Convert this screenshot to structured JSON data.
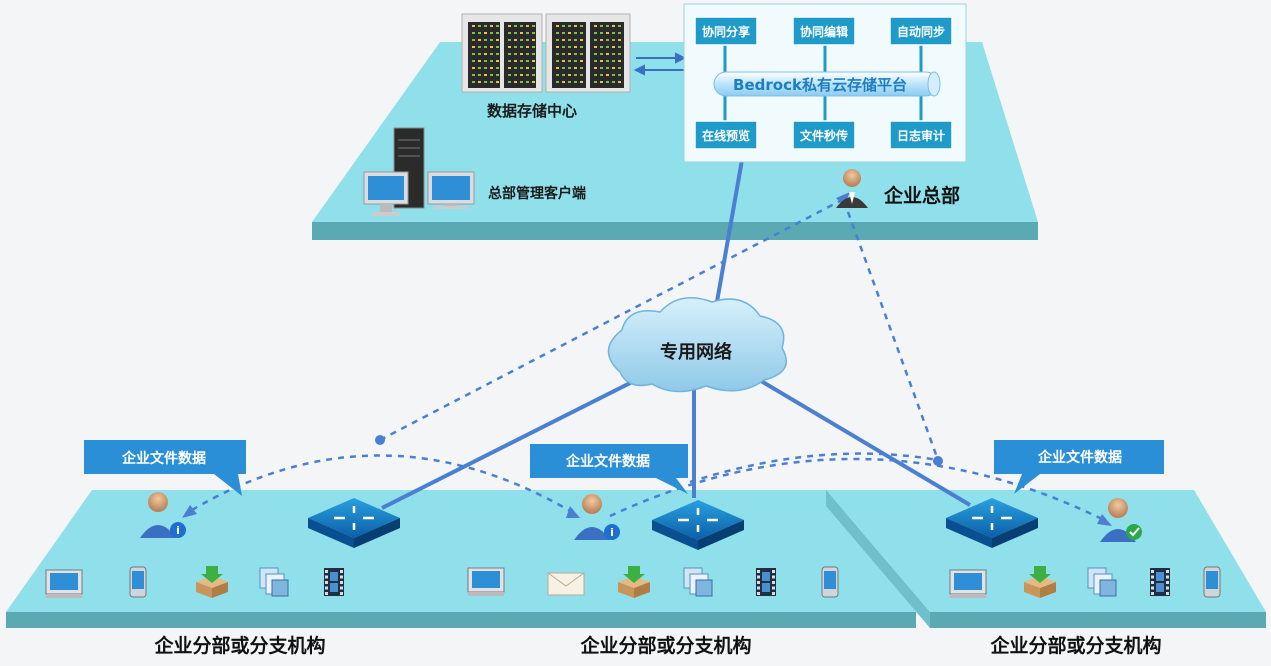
{
  "hq": {
    "datacenter_label": "数据存储中心",
    "client_label": "总部管理客户端",
    "hq_label": "企业总部",
    "platform": {
      "title": "Bedrock私有云存储平台",
      "features_top": [
        "协同分享",
        "协同编辑",
        "自动同步"
      ],
      "features_bottom": [
        "在线预览",
        "文件秒传",
        "日志审计"
      ]
    }
  },
  "network": {
    "label": "专用网络"
  },
  "branches": [
    {
      "label": "企业分部或分支机构",
      "callout": "企业文件数据"
    },
    {
      "label": "企业分部或分支机构",
      "callout": "企业文件数据"
    },
    {
      "label": "企业分部或分支机构",
      "callout": "企业文件数据"
    }
  ],
  "colors": {
    "platform_top": "#8fe0ea",
    "platform_side": "#5aa9b3",
    "feature_box": "#1e9bc8",
    "link_line": "#4a7fd1",
    "callout": "#2a8fd6"
  },
  "icons": {
    "branch1": [
      "monitor-icon",
      "phone-icon",
      "download-box-icon",
      "files-icon",
      "film-icon"
    ],
    "branch2": [
      "monitor-icon",
      "mail-icon",
      "download-box-icon",
      "files-icon",
      "film-icon",
      "phone-icon"
    ],
    "branch3": [
      "monitor-icon",
      "download-box-icon",
      "files-icon",
      "film-icon",
      "phone-icon"
    ]
  }
}
